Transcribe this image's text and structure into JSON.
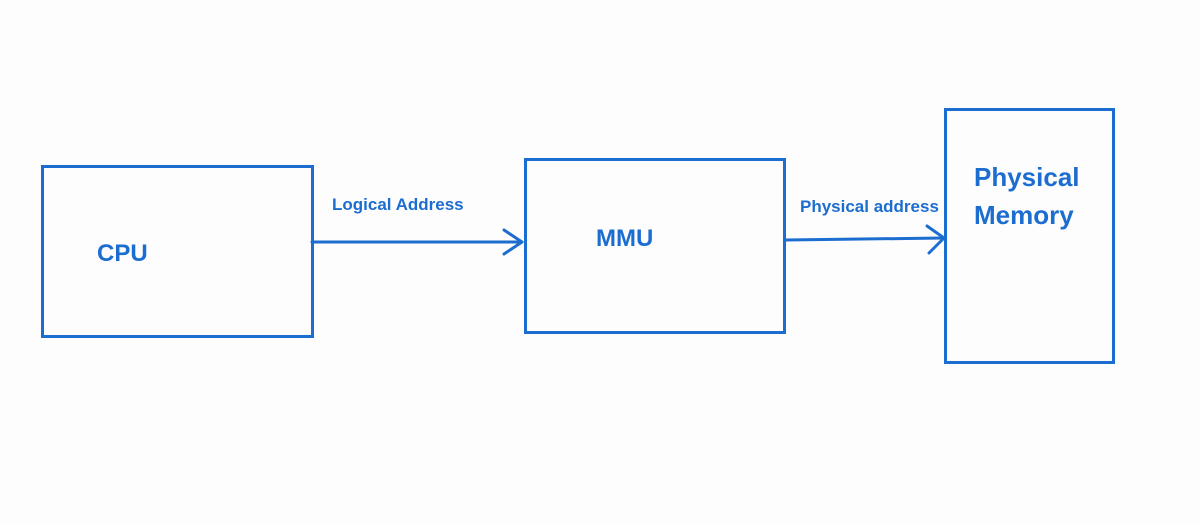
{
  "nodes": {
    "cpu": {
      "label": "CPU"
    },
    "mmu": {
      "label": "MMU"
    },
    "memory": {
      "label_line1": "Physical",
      "label_line2": "Memory"
    }
  },
  "edges": {
    "cpu_to_mmu": {
      "label": "Logical Address"
    },
    "mmu_to_memory": {
      "label": "Physical address"
    }
  },
  "colors": {
    "stroke": "#1c6dd0",
    "background": "#fdfdfd"
  }
}
